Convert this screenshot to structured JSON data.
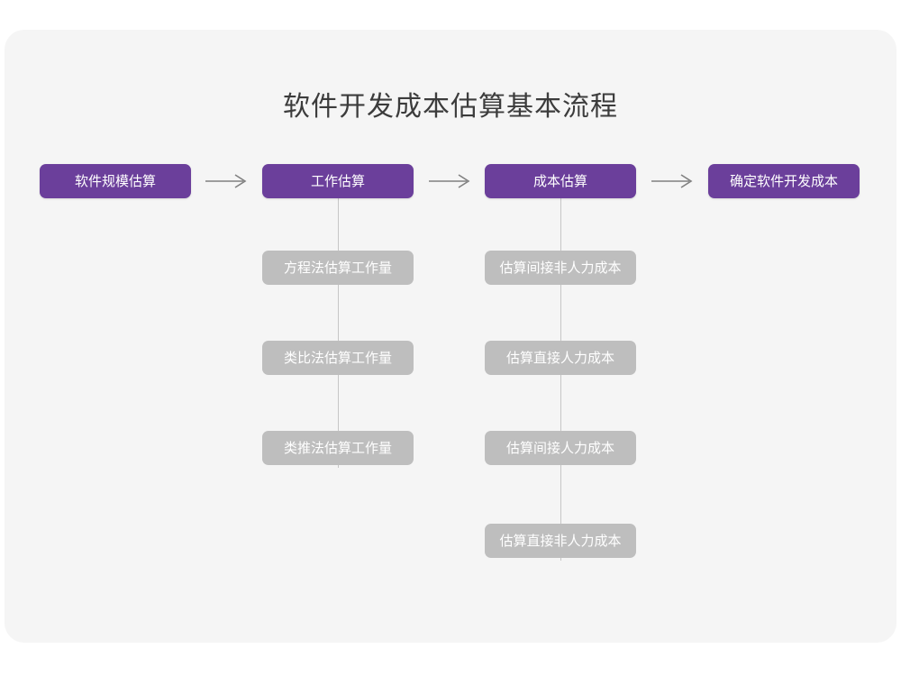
{
  "diagram": {
    "title": "软件开发成本估算基本流程",
    "type": "flowchart",
    "colors": {
      "canvas": "#ffffff",
      "card": "#f5f5f5",
      "primary_node": "#6b3f9b",
      "primary_node_text": "#ffffff",
      "secondary_node": "#bebebe",
      "secondary_node_text": "#ffffff",
      "connector": "#c6c6c6",
      "title_text": "#3c3c3c"
    },
    "main_flow": [
      {
        "id": "step-1",
        "label": "软件规模估算"
      },
      {
        "id": "step-2",
        "label": "工作估算"
      },
      {
        "id": "step-3",
        "label": "成本估算"
      },
      {
        "id": "step-4",
        "label": "确定软件开发成本"
      }
    ],
    "arrows": [
      {
        "id": "arrow-1",
        "from": "step-1",
        "to": "step-2",
        "glyph": "→"
      },
      {
        "id": "arrow-2",
        "from": "step-2",
        "to": "step-3",
        "glyph": "→"
      },
      {
        "id": "arrow-3",
        "from": "step-3",
        "to": "step-4",
        "glyph": "→"
      }
    ],
    "branches": [
      {
        "parent": "step-2",
        "items": [
          {
            "id": "effort-1",
            "label": "方程法估算工作量"
          },
          {
            "id": "effort-2",
            "label": "类比法估算工作量"
          },
          {
            "id": "effort-3",
            "label": "类推法估算工作量"
          }
        ]
      },
      {
        "parent": "step-3",
        "items": [
          {
            "id": "cost-1",
            "label": "估算间接非人力成本"
          },
          {
            "id": "cost-2",
            "label": "估算直接人力成本"
          },
          {
            "id": "cost-3",
            "label": "估算间接人力成本"
          },
          {
            "id": "cost-4",
            "label": "估算直接非人力成本"
          }
        ]
      }
    ]
  }
}
